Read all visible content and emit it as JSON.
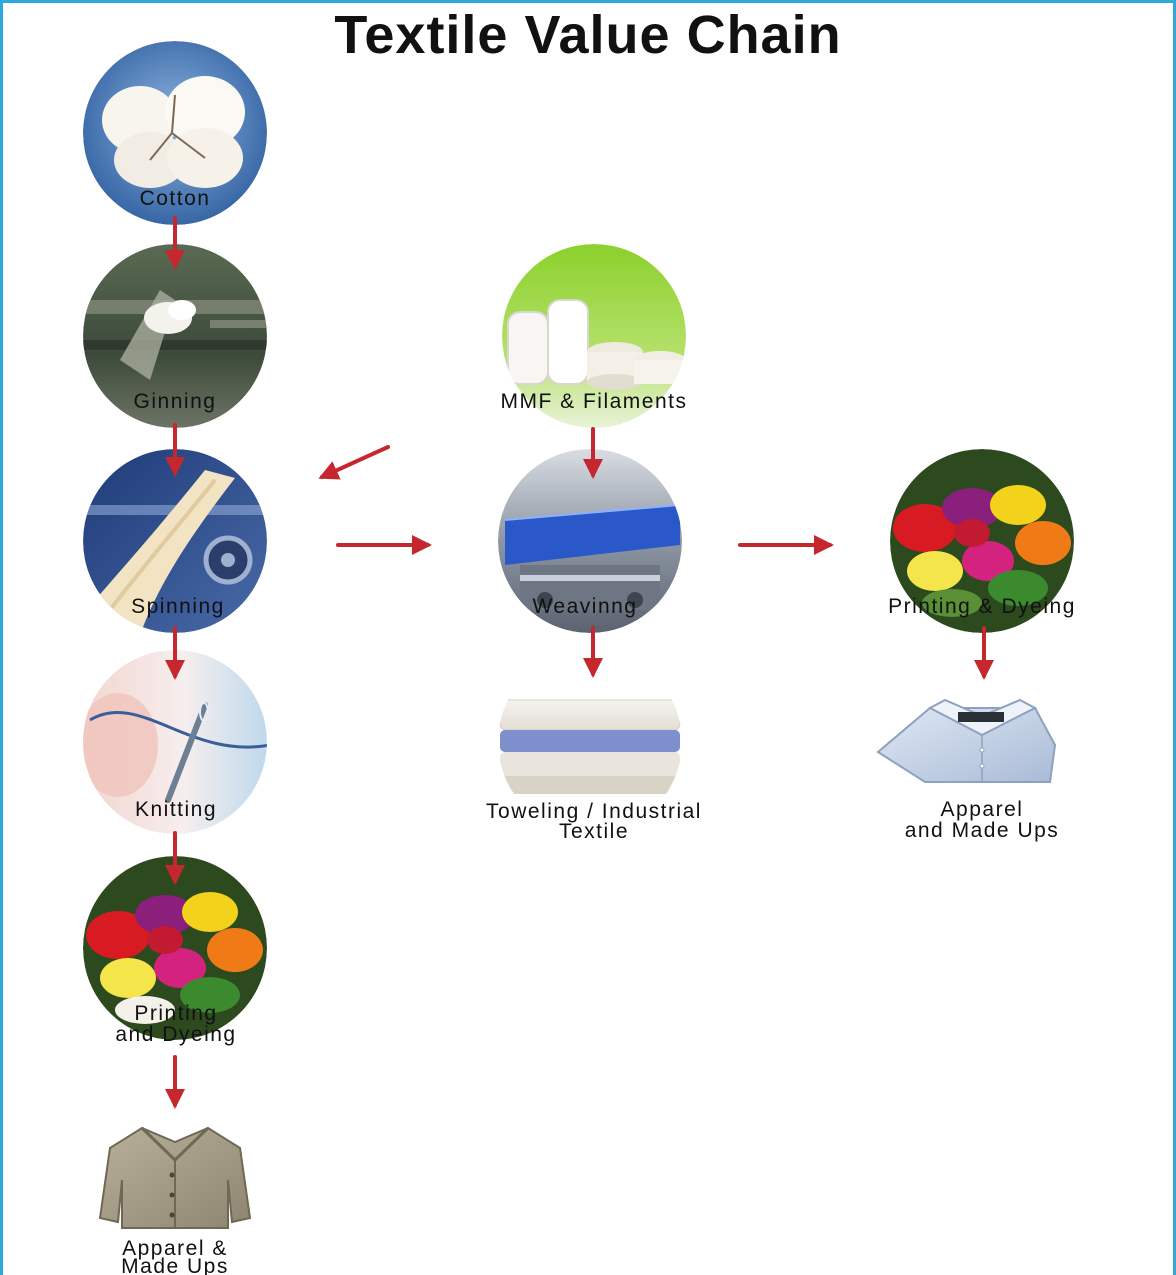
{
  "title": "Textile Value Chain",
  "colors": {
    "frame": "#2ea7dc",
    "arrow": "#c4282e",
    "text": "#111111"
  },
  "nodes": [
    {
      "id": "cotton",
      "label": [
        "Cotton"
      ],
      "icon": "cotton-boll-icon"
    },
    {
      "id": "ginning",
      "label": [
        "Ginning"
      ],
      "icon": "ginning-machine-icon"
    },
    {
      "id": "spinning",
      "label": [
        "Spinning"
      ],
      "icon": "yarn-spinning-icon"
    },
    {
      "id": "knitting",
      "label": [
        "Knitting"
      ],
      "icon": "knitting-needle-icon"
    },
    {
      "id": "printing-dyeing-left",
      "label": [
        "Printing",
        "and Dyeing"
      ],
      "icon": "dyed-yarn-icon"
    },
    {
      "id": "apparel-left",
      "label": [
        "Apparel &",
        "Made Ups"
      ],
      "icon": "jacket-icon"
    },
    {
      "id": "mmf",
      "label": [
        "MMF & Filaments"
      ],
      "icon": "filament-spools-icon"
    },
    {
      "id": "weaving",
      "label": [
        "Weavinng"
      ],
      "icon": "weaving-loom-icon"
    },
    {
      "id": "toweling",
      "label": [
        "Toweling / Industrial",
        "Textile"
      ],
      "icon": "folded-towels-icon"
    },
    {
      "id": "printing-dyeing-right",
      "label": [
        "Printing & Dyeing"
      ],
      "icon": "dyed-yarn-icon"
    },
    {
      "id": "apparel-right",
      "label": [
        "Apparel",
        "and Made Ups"
      ],
      "icon": "shirt-icon"
    }
  ],
  "edges": [
    {
      "from": "cotton",
      "to": "ginning"
    },
    {
      "from": "ginning",
      "to": "spinning"
    },
    {
      "from": "spinning",
      "to": "knitting"
    },
    {
      "from": "knitting",
      "to": "printing-dyeing-left"
    },
    {
      "from": "printing-dyeing-left",
      "to": "apparel-left"
    },
    {
      "from": "mmf",
      "to": "spinning"
    },
    {
      "from": "mmf",
      "to": "weaving"
    },
    {
      "from": "spinning",
      "to": "weaving"
    },
    {
      "from": "weaving",
      "to": "toweling"
    },
    {
      "from": "weaving",
      "to": "printing-dyeing-right"
    },
    {
      "from": "printing-dyeing-right",
      "to": "apparel-right"
    }
  ]
}
